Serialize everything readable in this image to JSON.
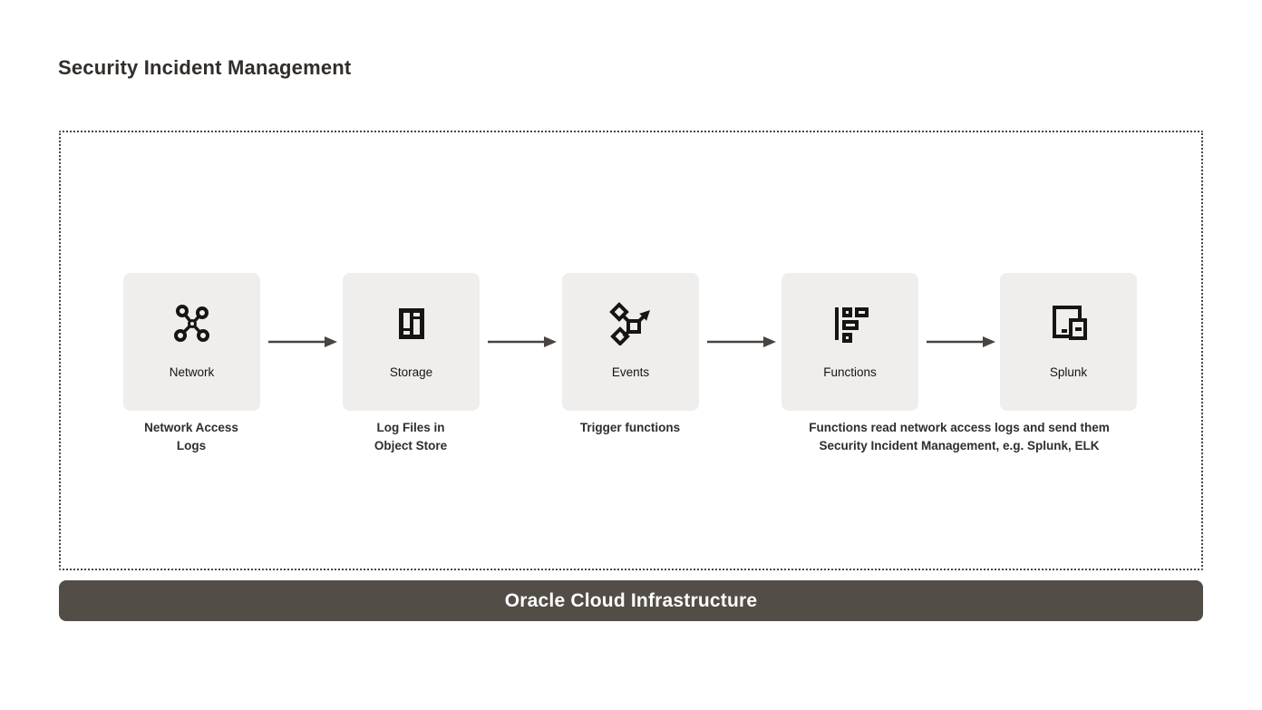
{
  "title": "Security Incident Management",
  "nodes": [
    {
      "label": "Network",
      "icon": "network-icon"
    },
    {
      "label": "Storage",
      "icon": "storage-icon"
    },
    {
      "label": "Events",
      "icon": "events-icon"
    },
    {
      "label": "Functions",
      "icon": "functions-icon"
    },
    {
      "label": "Splunk",
      "icon": "splunk-icon"
    }
  ],
  "captions": [
    {
      "text": "Network Access\nLogs"
    },
    {
      "text": "Log Files in\nObject Store"
    },
    {
      "text": "Trigger functions"
    },
    {
      "text": "Functions read network access logs and send them\nSecurity Incident Management, e.g. Splunk, ELK"
    }
  ],
  "footer": {
    "label": "Oracle Cloud Infrastructure"
  },
  "colors": {
    "card_bg": "#efeeec",
    "icon": "#161513",
    "text": "#312d2a",
    "arrow": "#494440",
    "footer_bg": "#534d47",
    "footer_text": "#ffffff",
    "border_dots": "#4b4742"
  }
}
